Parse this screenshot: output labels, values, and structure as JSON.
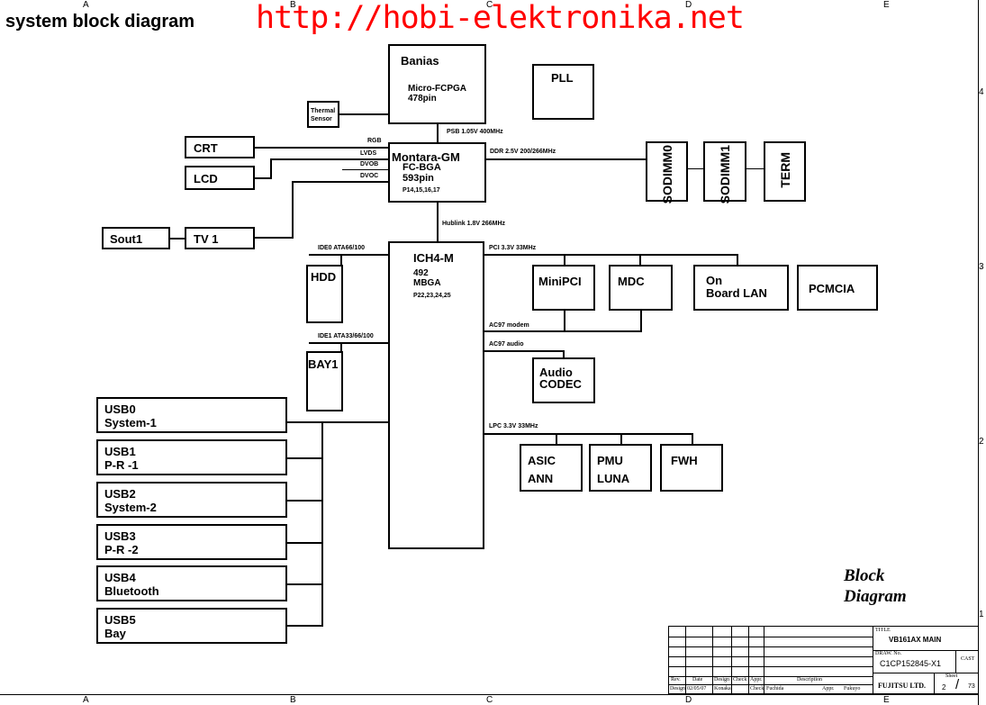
{
  "header": {
    "title": "system block diagram",
    "url": "http://hobi-elektronika.net"
  },
  "zones": {
    "top": [
      "A",
      "B",
      "C",
      "D",
      "E"
    ],
    "bottom": [
      "A",
      "B",
      "C",
      "D",
      "E"
    ],
    "right": [
      "4",
      "3",
      "2",
      "1"
    ]
  },
  "blocks": {
    "cpu": {
      "name": "Banias",
      "pkg": "Micro-FCPGA",
      "pins": "478pin"
    },
    "thermal": {
      "line1": "Thermal",
      "line2": "Sensor"
    },
    "pll": "PLL",
    "crt": "CRT",
    "lcd": "LCD",
    "sout": "Sout1",
    "tv": "TV 1",
    "gmch": {
      "name": "Montara-GM",
      "pkg": "FC-BGA",
      "pins": "593pin",
      "pages": "P14,15,16,17"
    },
    "sodimm0": "SODIMM0",
    "sodimm1": "SODIMM1",
    "term": "TERM",
    "ich": {
      "name": "ICH4-M",
      "pins": "492",
      "pkg": "MBGA",
      "pages": "P22,23,24,25"
    },
    "hdd": "HDD",
    "bay": "BAY1",
    "minipci": "MiniPCI",
    "mdc": "MDC",
    "lan": {
      "line1": "On",
      "line2": "Board LAN"
    },
    "pcmcia": "PCMCIA",
    "audio": {
      "line1": "Audio",
      "line2": "CODEC"
    },
    "asic": {
      "line1": "ASIC",
      "line2": "ANN"
    },
    "pmu": {
      "line1": "PMU",
      "line2": "LUNA"
    },
    "fwh": "FWH",
    "usb": [
      {
        "line1": "USB0",
        "line2": "System-1"
      },
      {
        "line1": "USB1",
        "line2": "P-R -1"
      },
      {
        "line1": "USB2",
        "line2": "System-2"
      },
      {
        "line1": "USB3",
        "line2": "P-R -2"
      },
      {
        "line1": "USB4",
        "line2": "Bluetooth"
      },
      {
        "line1": "USB5",
        "line2": "Bay"
      }
    ]
  },
  "buses": {
    "psb": "PSB 1.05V 400MHz",
    "ddr": "DDR 2.5V 200/266MHz",
    "rgb": "RGB",
    "lvds": "LVDS",
    "dvob": "DVOB",
    "dvoc": "DVOC",
    "hublink": "Hublink 1.8V 266MHz",
    "ide0": "IDE0 ATA66/100",
    "ide1": "IDE1 ATA33/66/100",
    "pci": "PCI 3.3V 33MHz",
    "ac97modem": "AC97 modem",
    "ac97audio": "AC97 audio",
    "lpc": "LPC 3.3V 33MHz"
  },
  "caption": {
    "line1": "Block",
    "line2": "Diagram"
  },
  "titleblock": {
    "title_label": "TITLE",
    "title": "VB161AX MAIN",
    "draw_label": "DRAW. No.",
    "draw_no": "C1CP152845-X1",
    "cast": "CAST",
    "sheet_label": "Sheet",
    "sheet": "2",
    "sheet_total": "73",
    "company": "FUJITSU LTD.",
    "hdr": {
      "rev": "Rev.",
      "date": "Date",
      "design": "Design",
      "check": "Check",
      "appr": "Appr.",
      "desc": "Description"
    },
    "row": {
      "design_label": "Design",
      "date": "02/05/07",
      "designer": "Konaka",
      "check_label": "Check",
      "checker": "Fuchida",
      "appr_label": "Appr.",
      "approver": "Fukuyo"
    }
  }
}
